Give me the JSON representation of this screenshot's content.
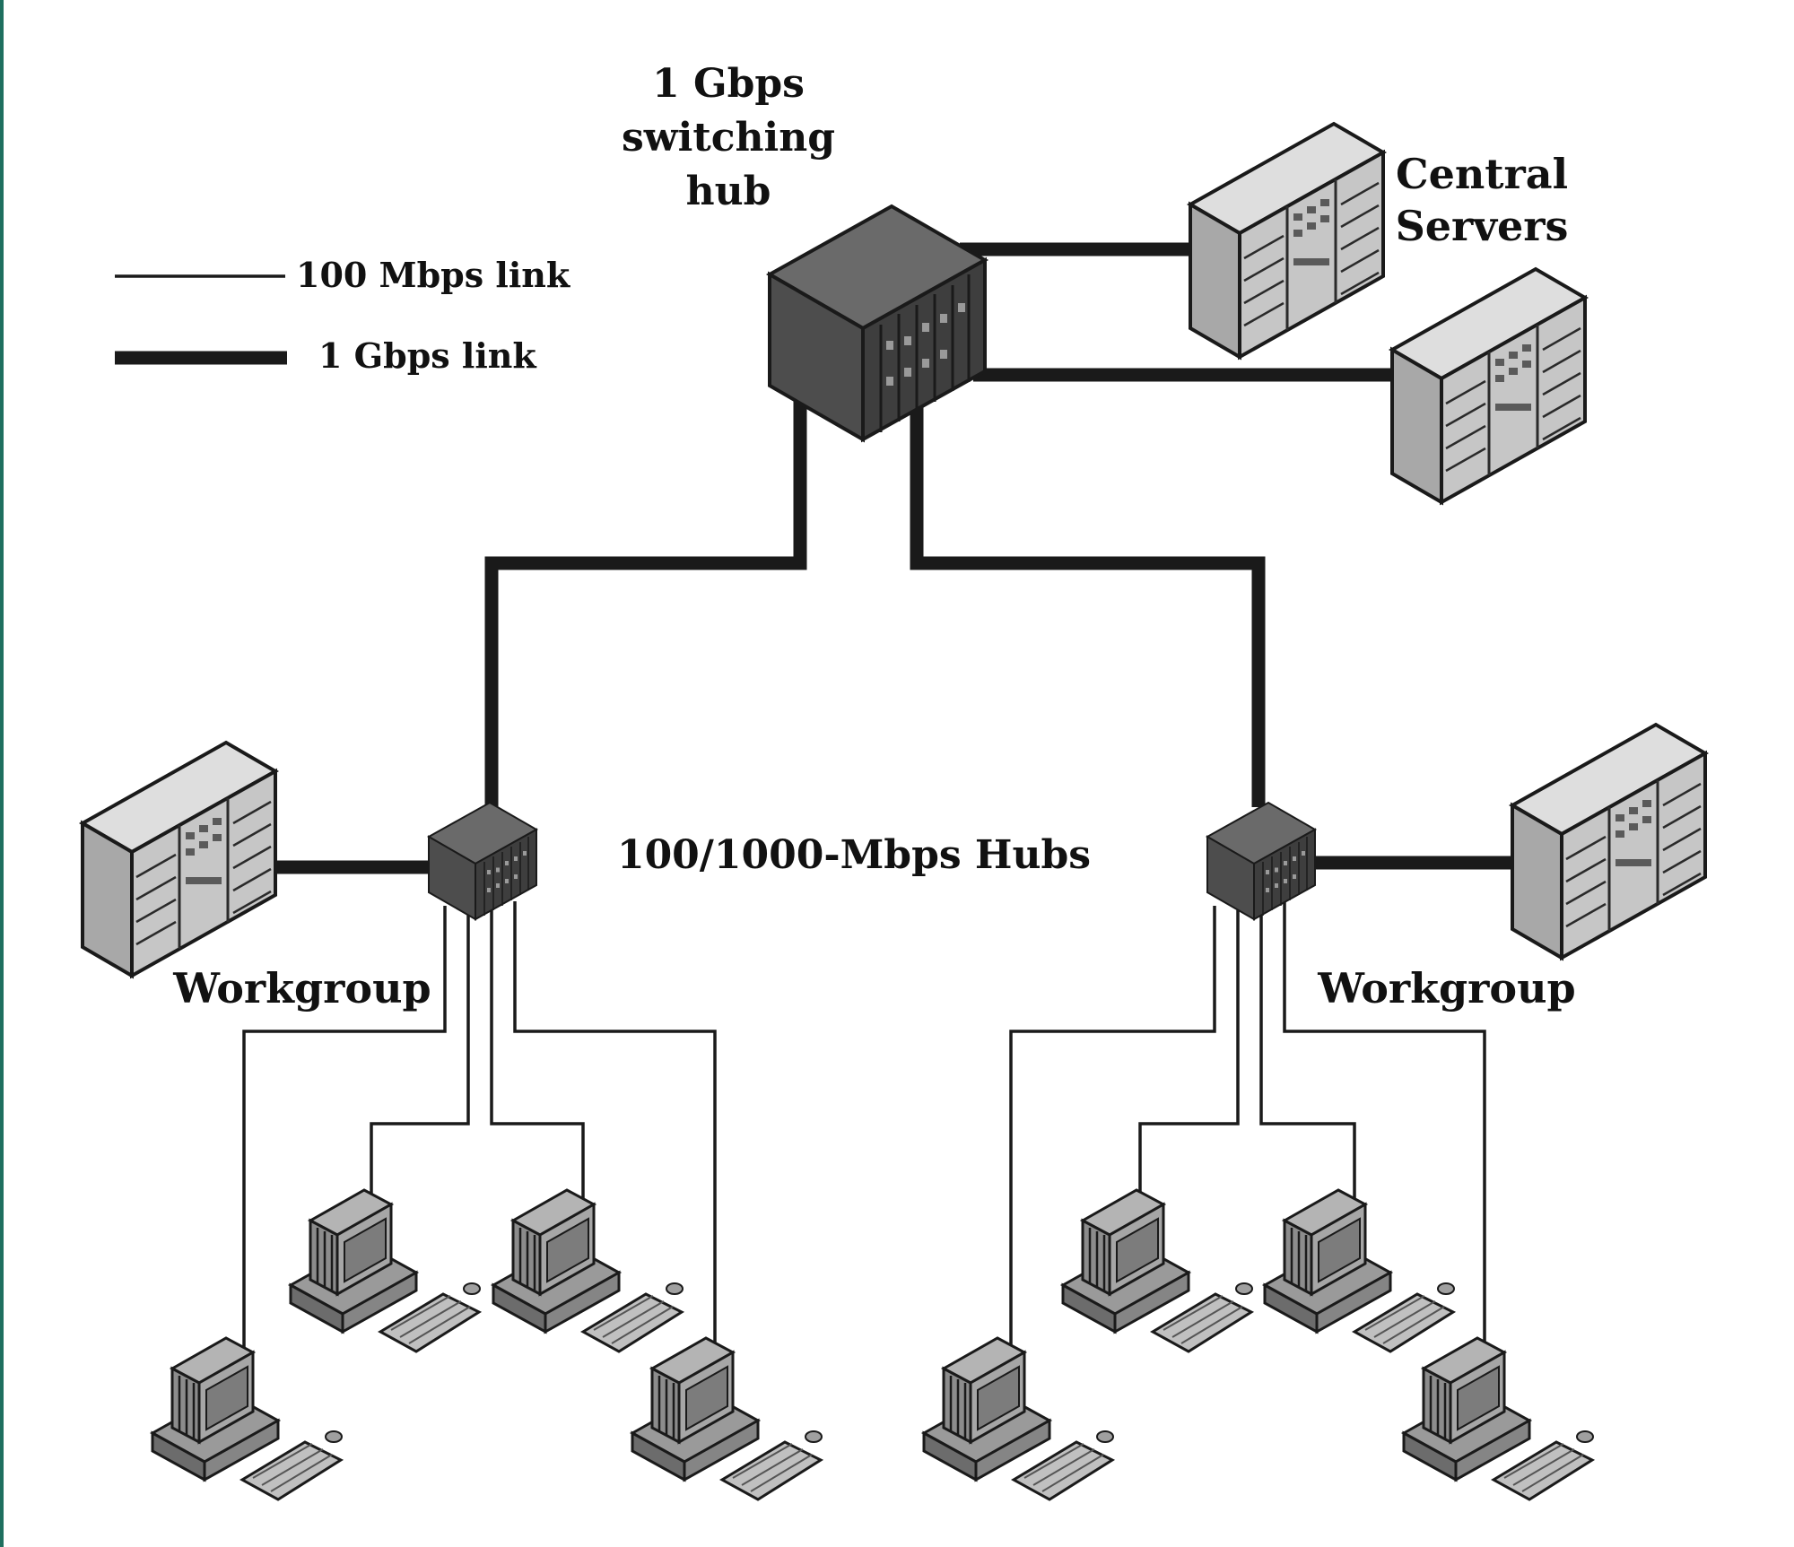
{
  "labels": {
    "switching_hub": [
      "1 Gbps",
      "switching",
      "hub"
    ],
    "central_servers": [
      "Central",
      "Servers"
    ],
    "hubs": "100/1000-Mbps Hubs",
    "workgroup_left": "Workgroup",
    "workgroup_right": "Workgroup"
  },
  "legend": {
    "thin_link": "100 Mbps link",
    "thick_link": "1 Gbps link"
  },
  "colors": {
    "background": "#ffffff",
    "line": "#1a1a1a",
    "hub_dark": "#4a4a4a",
    "server_light": "#c8c8c8",
    "accent_bar": "#1f6f5f"
  }
}
